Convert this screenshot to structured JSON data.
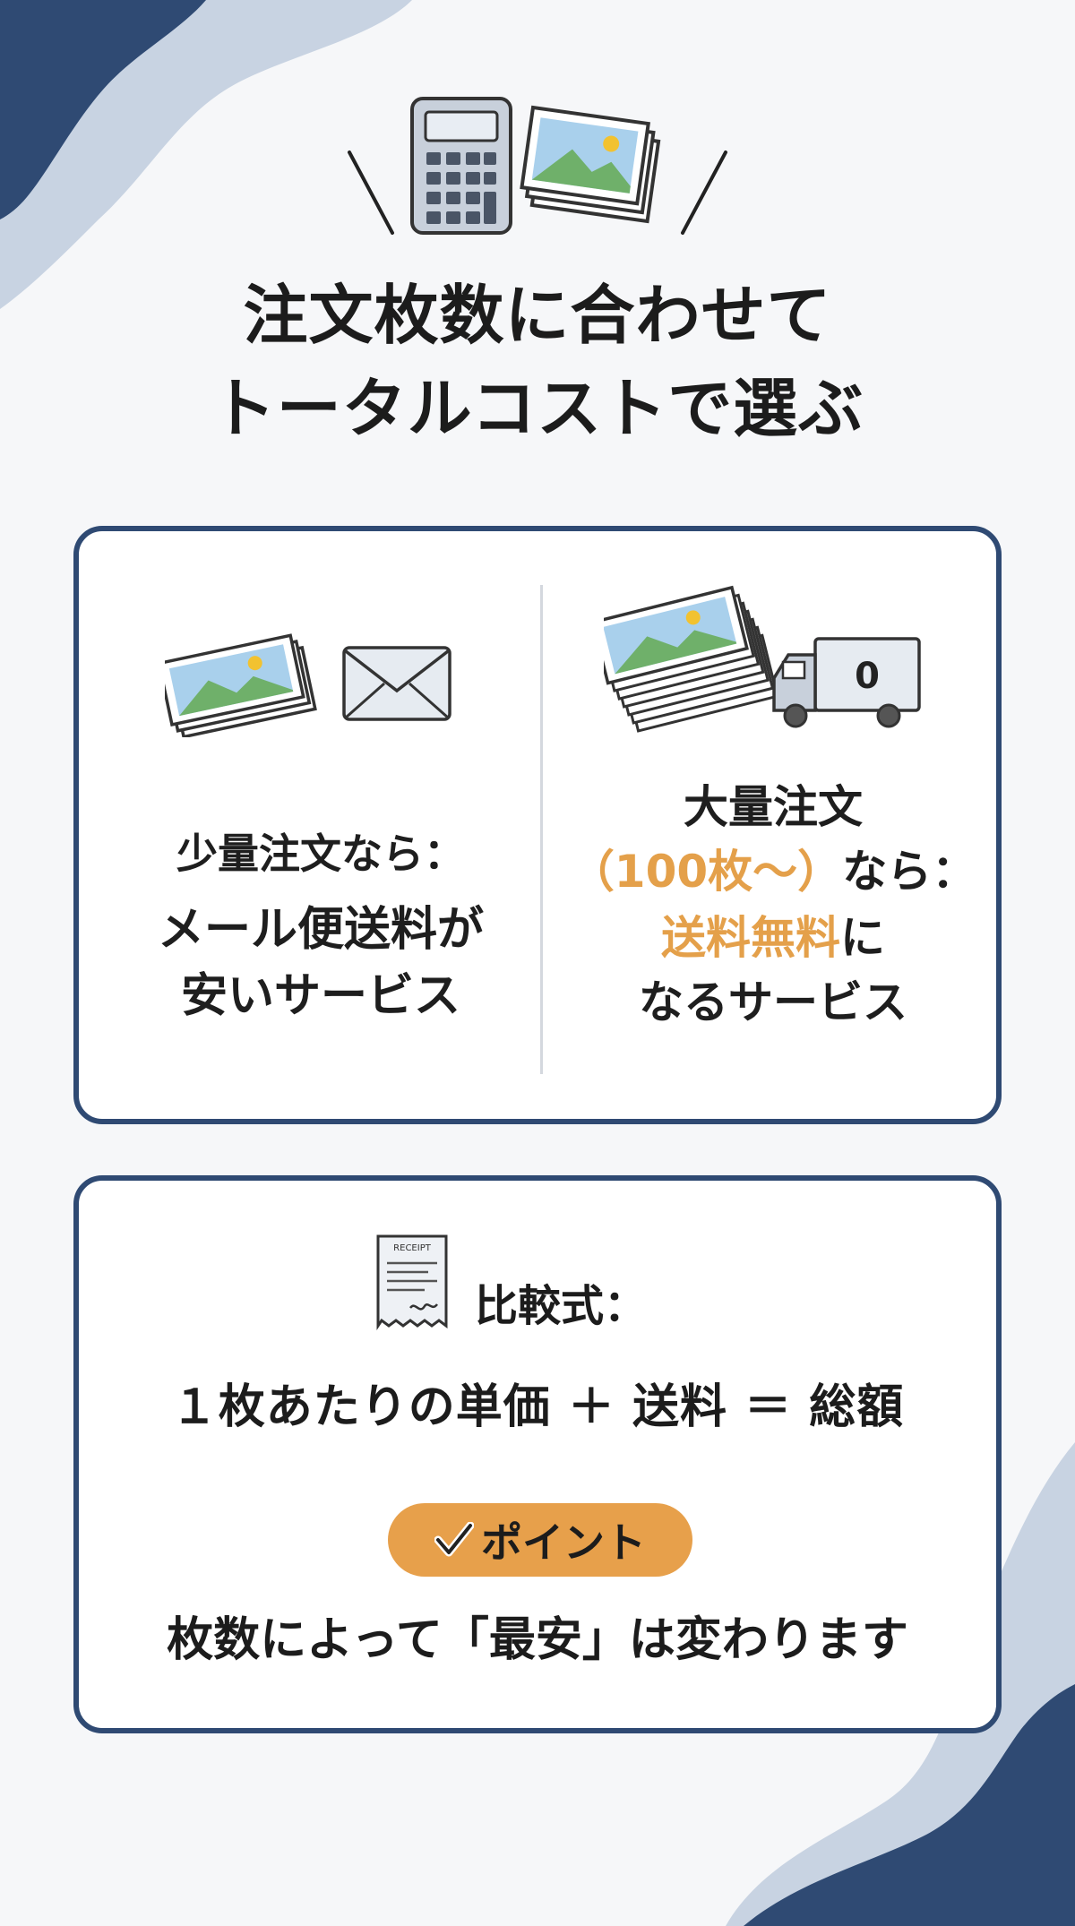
{
  "title_lines": [
    "注文枚数に合わせて",
    "トータルコストで選ぶ"
  ],
  "compare": {
    "small": {
      "intro": "少量注文なら：",
      "desc_lines": [
        "メール便送料が",
        "安いサービス"
      ]
    },
    "bulk": {
      "head_line1": "大量注文",
      "head_accent": "（100枚〜）",
      "head_suffix": "なら：",
      "desc_accent": "送料無料",
      "desc_suffix": "に",
      "desc_line2": "なるサービス",
      "truck_label": "0"
    }
  },
  "formula": {
    "label": "比較式：",
    "receipt_label": "RECEIPT",
    "equation": "１枚あたりの単価 ＋ 送料 ＝ 総額",
    "point_label": "ポイント",
    "point_text": "枚数によって「最安」は変わります"
  },
  "colors": {
    "navy": "#2f4a73",
    "accent": "#e4a04a",
    "badge": "#e7a04b",
    "light_blue": "#c8d3e2"
  },
  "icons": [
    "calculator-icon",
    "photos-icon",
    "envelope-icon",
    "delivery-truck-icon",
    "receipt-icon",
    "checkmark-icon"
  ]
}
